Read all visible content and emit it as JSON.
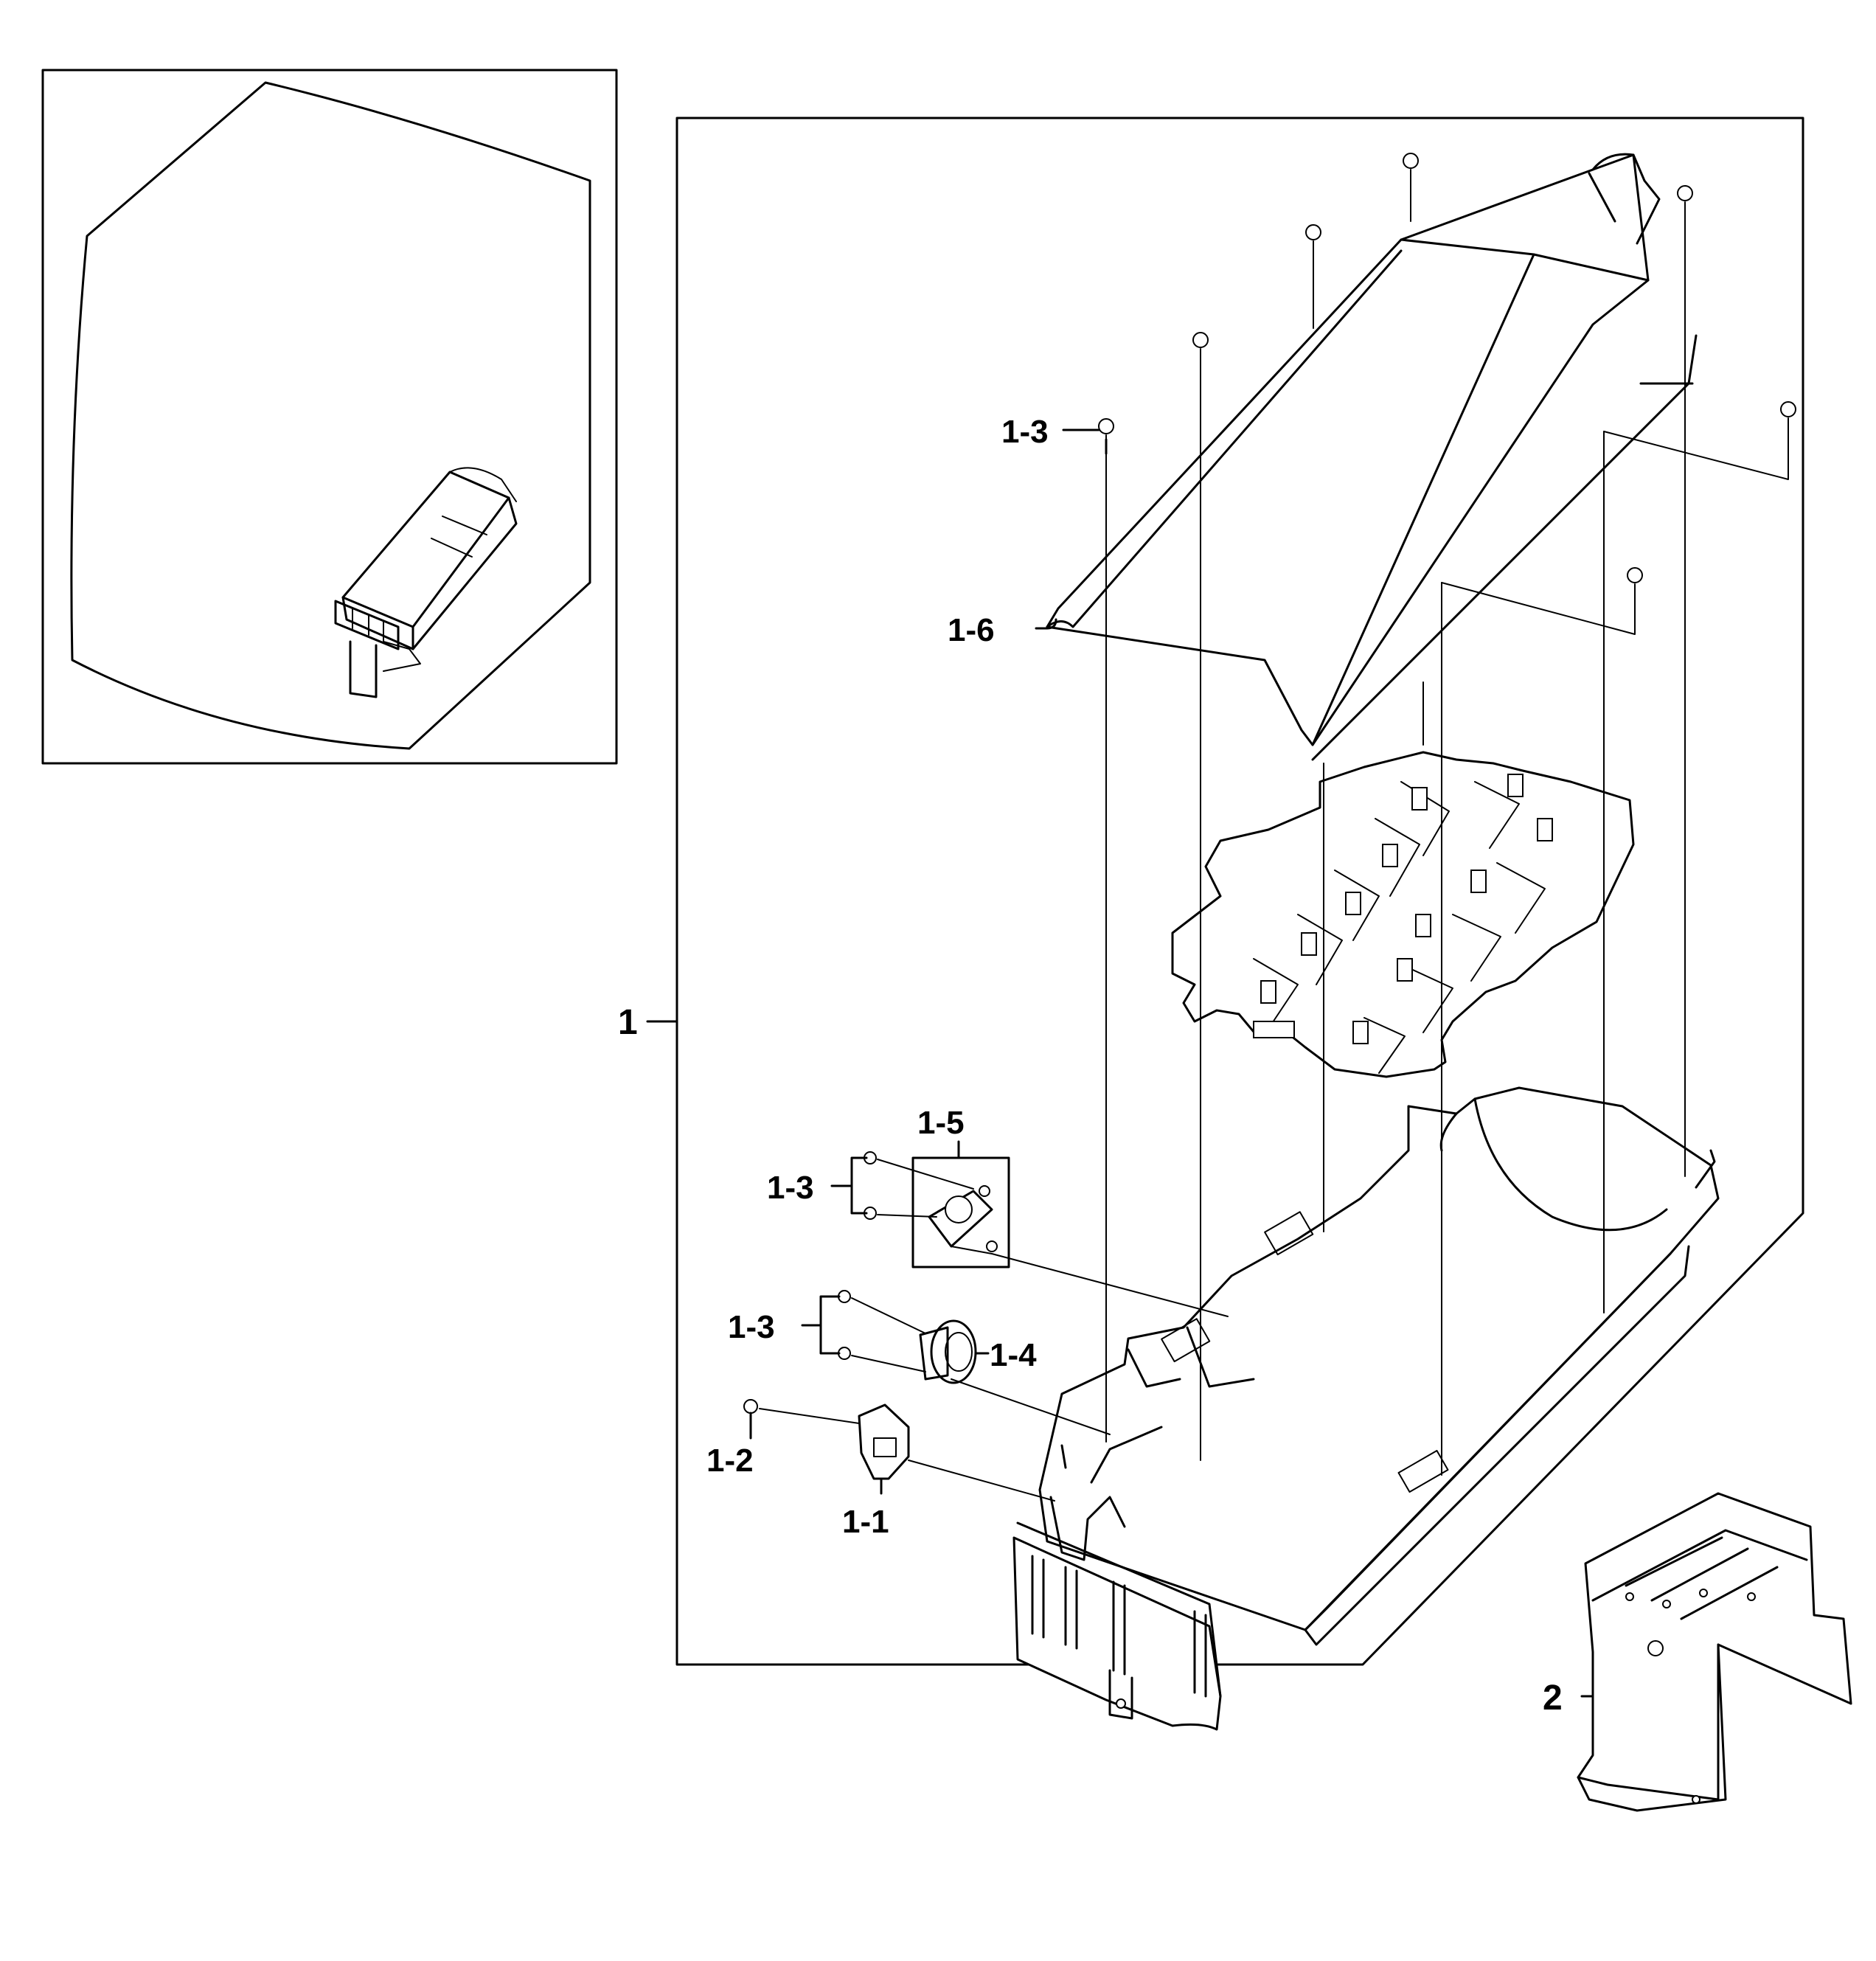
{
  "callouts": {
    "assembly": "1",
    "thermostat": "1-1",
    "screw_single": "1-2",
    "screw_top": "1-3",
    "screw_pair_upper": "1-3",
    "screw_pair_lower": "1-3",
    "thermal_fuse": "1-4",
    "fuse_bracket": "1-5",
    "cover": "1-6",
    "bracket": "2"
  }
}
